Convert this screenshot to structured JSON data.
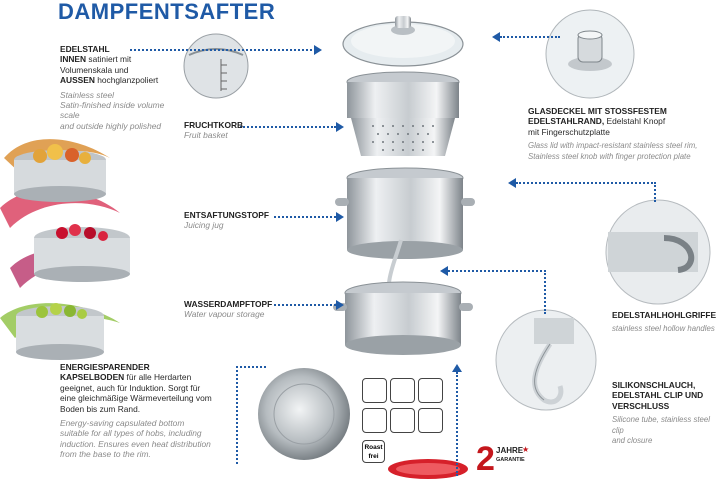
{
  "title": "DAMPFENTSAFTER",
  "blocks": {
    "edelstahl": {
      "l1_b": "EDELSTAHL",
      "l2_b": "INNEN",
      "l2": " satiniert mit",
      "l3": "Volumenskala und",
      "l4_b": "AUSSEN",
      "l4": " hochglanzpoliert",
      "en1": "Stainless steel",
      "en2": "Satin-finished inside volume scale",
      "en3": "and outside highly polished"
    },
    "fruchtkorb": {
      "h": "FRUCHTKORB",
      "en": "Fruit basket"
    },
    "entsaftungstopf": {
      "h": "ENTSAFTUNGSTOPF",
      "en": "Juicing jug"
    },
    "wasserdampftopf": {
      "h": "WASSERDAMPFTOPF",
      "en": "Water vapour storage"
    },
    "energie": {
      "l1_b": "ENERGIESPARENDER",
      "l2_b": "KAPSELBODEN",
      "l2": " für alle Herdarten",
      "l3": "geeignet, auch für Induktion. Sorgt für",
      "l4": "eine gleichmäßige Wärmeverteilung vom",
      "l5": "Boden bis zum Rand.",
      "en1": "Energy-saving capsulated bottom",
      "en2": "suitable for all types of hobs, including",
      "en3": "induction. Ensures even heat distribution",
      "en4": "from the base to the rim."
    },
    "glasdeckel": {
      "l1_b": "GLASDECKEL MIT STOSSFESTEM",
      "l2_b": "EDELSTAHLRAND,",
      "l2": " Edelstahl Knopf",
      "l3": "mit Fingerschutzplatte",
      "en1": "Glass lid with impact-resistant stainless steel rim,",
      "en2": "Stainless steel knob with finger protection plate"
    },
    "griffe": {
      "h": "EDELSTAHLHOHLGRIFFE",
      "en": "stainless steel hollow handles"
    },
    "schlauch": {
      "l1_b": "SILIKONSCHLAUCH,",
      "l2_b": "EDELSTAHL CLIP UND",
      "l3_b": "VERSCHLUSS",
      "en1": "Silicone tube, stainless steel clip",
      "en2": "and closure"
    }
  },
  "badges": {
    "roast_top": "Roast",
    "roast_bottom": "frei",
    "guarantee_number": "2",
    "guarantee_l1": "JAHRE",
    "guarantee_l2": "GARANTIE"
  },
  "colors": {
    "accent": "#1f5aa6",
    "red": "#c4161c"
  }
}
